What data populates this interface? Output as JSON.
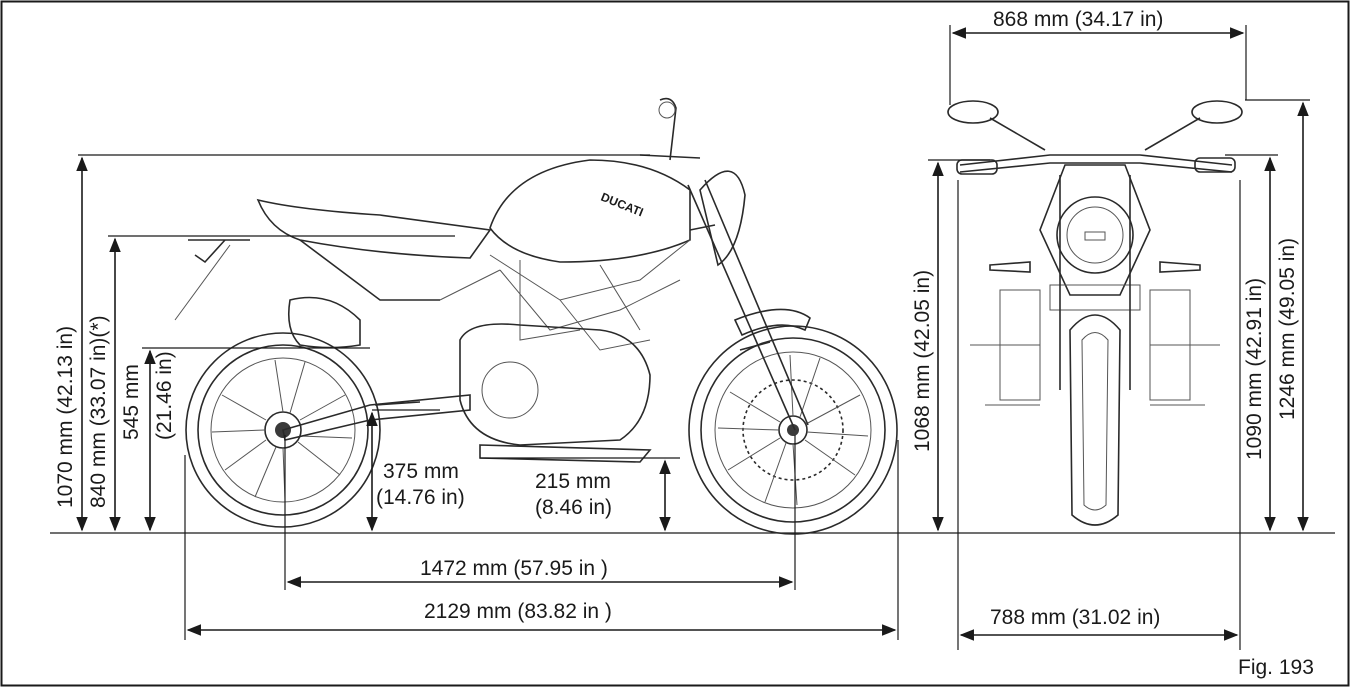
{
  "figure": {
    "caption": "Fig. 193",
    "subject": "motorcycle dimensions"
  },
  "side_view": {
    "overall_height": "1070 mm (42.13 in)",
    "seat_height": "840 mm (33.07 in)(*)",
    "exhaust_height_mm": "545 mm",
    "exhaust_height_in": "(21.46 in)",
    "footpeg_height_mm": "375 mm",
    "footpeg_height_in": "(14.76 in)",
    "ground_clearance_mm": "215 mm",
    "ground_clearance_in": "(8.46 in)",
    "wheelbase": "1472 mm (57.95 in )",
    "overall_length": "2129 mm (83.82 in )",
    "brand_on_tank": "DUCATI"
  },
  "front_view": {
    "mirror_width": "868 mm (34.17 in)",
    "handlebar_height": "1068 mm (42.05 in)",
    "mirror_side_height": "1090 mm (42.91 in)",
    "mirror_height": "1246 mm (49.05 in)",
    "handlebar_width": "788 mm (31.02 in)"
  }
}
